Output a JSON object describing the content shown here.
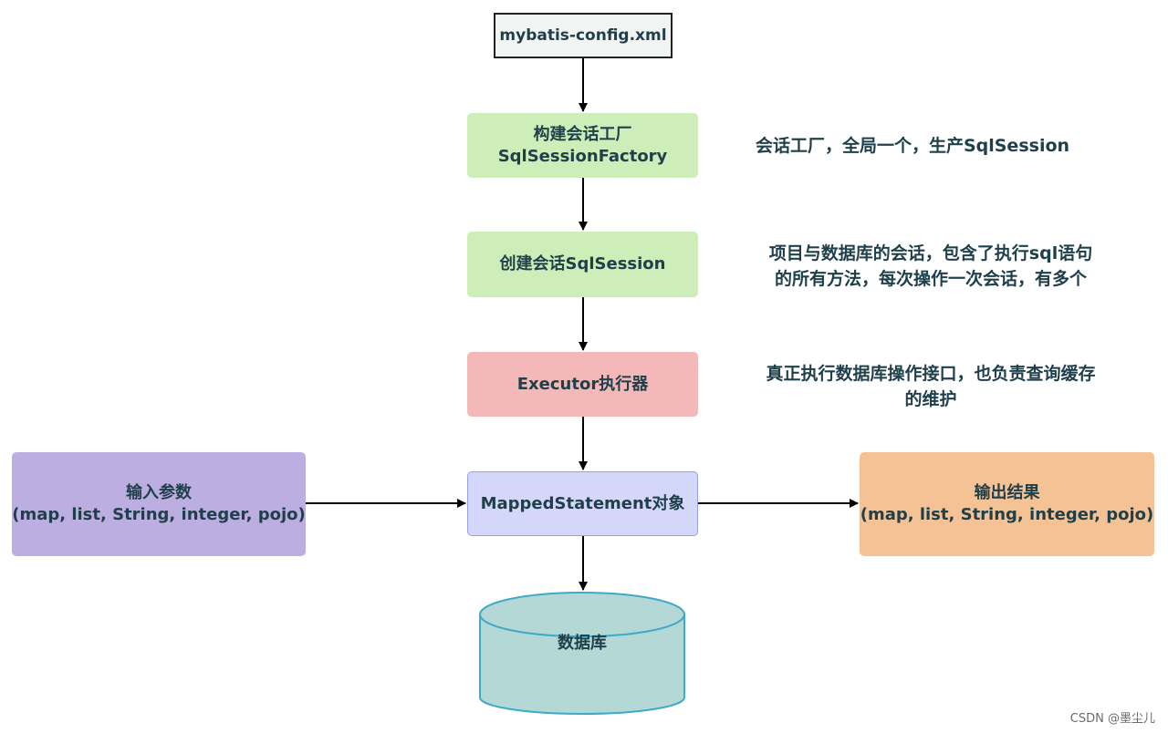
{
  "nodes": {
    "config": {
      "label": "mybatis-config.xml"
    },
    "factory": {
      "line1": "构建会话工厂",
      "line2": "SqlSessionFactory"
    },
    "session": {
      "label": "创建会话SqlSession"
    },
    "executor": {
      "label": "Executor执行器"
    },
    "mapped": {
      "label": "MappedStatement对象"
    },
    "input": {
      "line1": "输入参数",
      "line2": "(map, list, String, integer, pojo)"
    },
    "output": {
      "line1": "输出结果",
      "line2": "(map, list, String, integer, pojo)"
    },
    "database": {
      "label": "数据库"
    }
  },
  "notes": {
    "factory": "会话工厂，全局一个，生产SqlSession",
    "session": {
      "line1": "项目与数据库的会话，包含了执行sql语句",
      "line2": "的所有方法，每次操作一次会话，有多个"
    },
    "executor": {
      "line1": "真正执行数据库操作接口，也负责查询缓存",
      "line2": "的维护"
    }
  },
  "watermark": "CSDN @墨尘儿",
  "colors": {
    "config_fill": "#f2f3f3",
    "green_fill": "#cdeeb8",
    "red_fill": "#f4b8b8",
    "mapped_fill": "#d4d7fa",
    "input_fill": "#bcaee0",
    "output_fill": "#f4c294",
    "database_fill": "#b3d8d6",
    "database_stroke": "#3fa9c9",
    "text": "#1f3f4a",
    "arrow": "#000000"
  }
}
